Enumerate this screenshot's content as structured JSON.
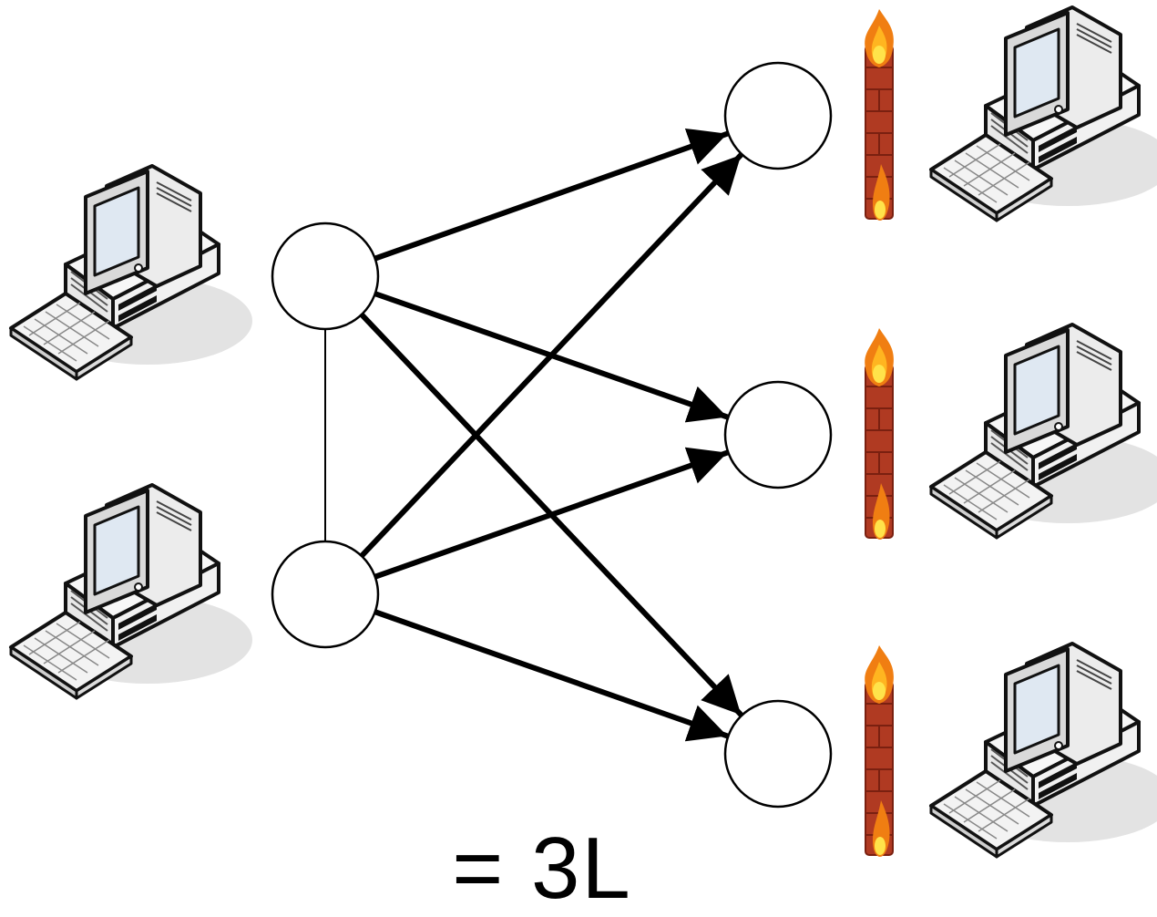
{
  "diagram": {
    "caption": "= 3L",
    "colors": {
      "node_fill": "#ffffff",
      "stroke": "#000000",
      "brick": "#b03a22",
      "mortar": "#8a2815",
      "flame_outer": "#f07e12",
      "flame_inner": "#ffe34a",
      "monitor_screen": "#dfe8f2",
      "case": "#f2f2f2"
    },
    "nodes": [
      {
        "id": "source-top"
      },
      {
        "id": "source-bottom"
      },
      {
        "id": "dest-top"
      },
      {
        "id": "dest-middle"
      },
      {
        "id": "dest-bottom"
      }
    ],
    "links": [
      {
        "from": "source-top",
        "to": "source-bottom",
        "directed": false
      },
      {
        "from": "source-top",
        "to": "dest-top",
        "directed": true
      },
      {
        "from": "source-top",
        "to": "dest-middle",
        "directed": true
      },
      {
        "from": "source-top",
        "to": "dest-bottom",
        "directed": true
      },
      {
        "from": "source-bottom",
        "to": "dest-top",
        "directed": true
      },
      {
        "from": "source-bottom",
        "to": "dest-middle",
        "directed": true
      },
      {
        "from": "source-bottom",
        "to": "dest-bottom",
        "directed": true
      }
    ],
    "computers": [
      {
        "side": "left",
        "attached_to": "source-top",
        "icon": "desktop-computer-icon"
      },
      {
        "side": "left",
        "attached_to": "source-bottom",
        "icon": "desktop-computer-icon"
      },
      {
        "side": "right",
        "attached_to": "dest-top",
        "icon": "desktop-computer-icon"
      },
      {
        "side": "right",
        "attached_to": "dest-middle",
        "icon": "desktop-computer-icon"
      },
      {
        "side": "right",
        "attached_to": "dest-bottom",
        "icon": "desktop-computer-icon"
      }
    ],
    "firewalls": [
      {
        "attached_to": "dest-top",
        "icon": "firewall-icon"
      },
      {
        "attached_to": "dest-middle",
        "icon": "firewall-icon"
      },
      {
        "attached_to": "dest-bottom",
        "icon": "firewall-icon"
      }
    ]
  }
}
